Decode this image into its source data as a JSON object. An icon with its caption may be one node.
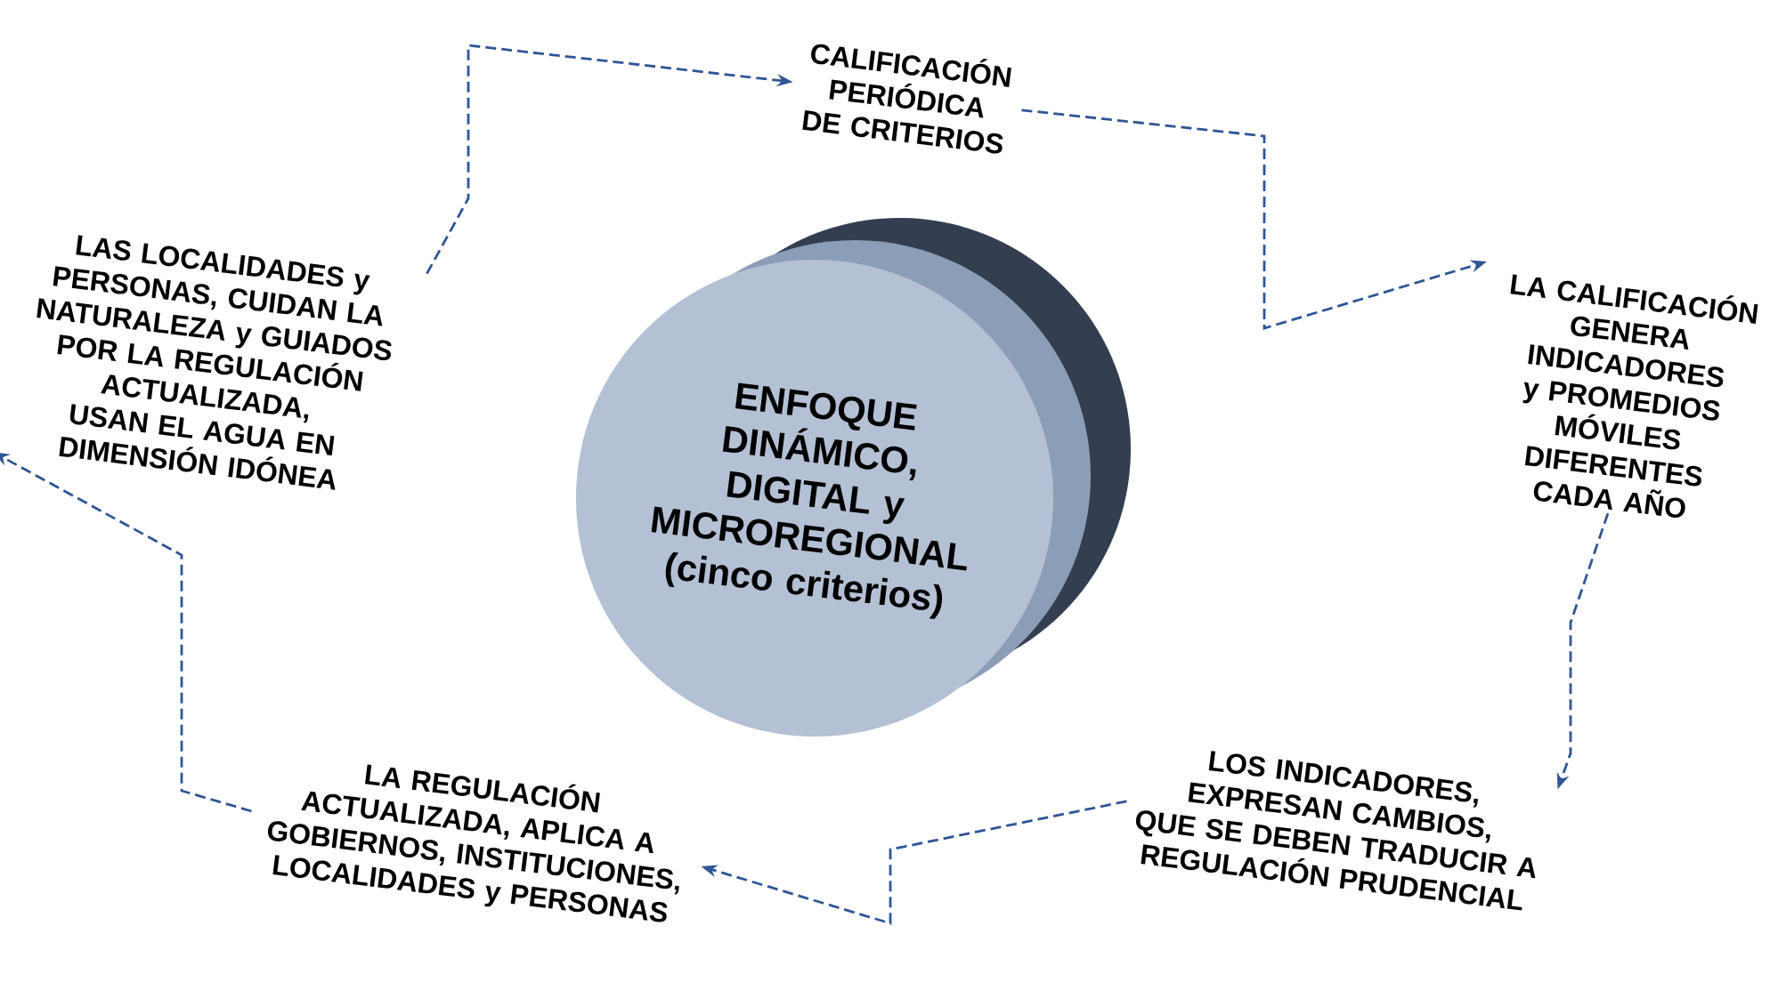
{
  "diagram": {
    "nodes": [
      {
        "text": [
          "ENFOQUE DINÁMICO, DIGITAL y MICROREGIONAL",
          "(cinco criterios)"
        ]
      },
      {
        "text": [
          "CALIFICACIÓN PERIÓDICA DE CRITERIOS"
        ]
      },
      {
        "text": [
          "LA CALIFICACIÓN GENERA INDICADORES y PROMEDIOS MÓVILES DIFERENTES CADA AÑO"
        ]
      },
      {
        "text": [
          "LOS INDICADORES, EXPRESAN CAMBIOS, QUE SE DEBEN TRADUCIR A REGULACIÓN PRUDENCIAL"
        ]
      },
      {
        "text": [
          "LA REGULACIÓN ACTUALIZADA, APLICA A GOBIERNOS, INSTITUCIONES, LOCALIDADES y PERSONAS"
        ]
      },
      {
        "text": [
          "LAS LOCALIDADES y PERSONAS, CUIDAN LA NATURALEZA y GUIADOS POR LA REGULACIÓN ACTUALIZADA, USAN EL AGUA EN DIMENSIÓN IDÓNEA"
        ]
      }
    ],
    "edges": [
      {
        "from": 5,
        "to": 1,
        "arrow": "to",
        "style": "dashed"
      },
      {
        "from": 1,
        "to": 2,
        "arrow": "to",
        "style": "dashed"
      },
      {
        "from": 2,
        "to": 3,
        "arrow": "to",
        "style": "dashed"
      },
      {
        "from": 3,
        "to": 4,
        "arrow": "to",
        "style": "dashed"
      },
      {
        "from": 4,
        "to": 5,
        "arrow": "to",
        "style": "dashed"
      }
    ]
  }
}
